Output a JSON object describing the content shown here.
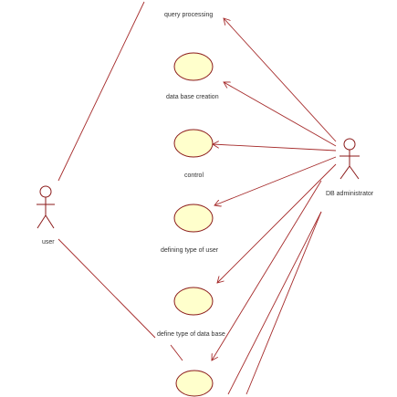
{
  "actors": {
    "user": {
      "label": "user"
    },
    "admin": {
      "label": "DB administrator"
    }
  },
  "use_cases": {
    "query": {
      "label": "query processing"
    },
    "creation": {
      "label": "data base creation"
    },
    "control": {
      "label": "control"
    },
    "defining_user": {
      "label": "defining type of user"
    },
    "define_db": {
      "label": "define type of data base"
    }
  },
  "colors": {
    "use_case_fill": "#ffffcc",
    "use_case_stroke": "#8b1a1a",
    "line": "#a52a2a"
  }
}
